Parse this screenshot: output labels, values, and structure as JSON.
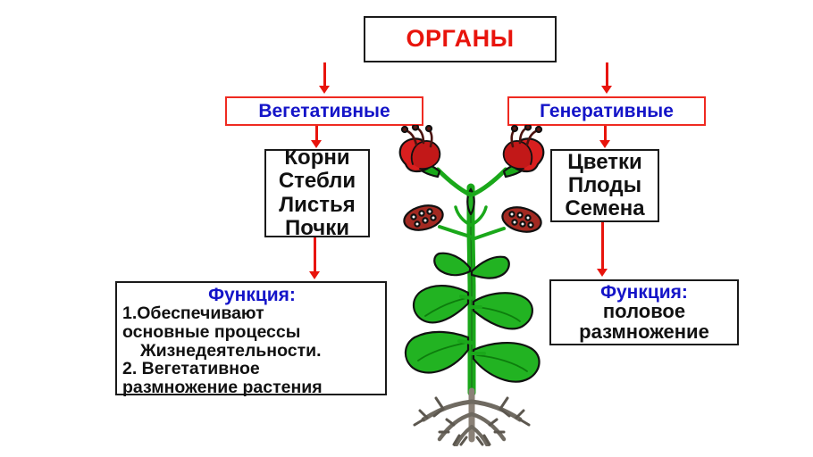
{
  "diagram": {
    "title_box": {
      "label": "ОРГАНЫ"
    },
    "categories": [
      {
        "name": "vegetative",
        "label": "Вегетативные"
      },
      {
        "name": "generative",
        "label": "Генеративные"
      }
    ],
    "organ_lists": [
      {
        "name": "vegetative-organs",
        "items": [
          "Корни",
          "Стебли",
          "Листья",
          "Почки"
        ]
      },
      {
        "name": "generative-organs",
        "items": [
          "Цветки",
          "Плоды",
          "Семена"
        ]
      }
    ],
    "functions": [
      {
        "name": "vegetative-function",
        "title": "Функция:",
        "lines": [
          "1.Обеспечивают",
          "основные процессы",
          "Жизнедеятельности.",
          "2. Вегетативное",
          "размножение растения"
        ],
        "indent_lines": [
          2
        ]
      },
      {
        "name": "generative-function",
        "title": "Функция:",
        "lines": [
          "половое",
          "размножение"
        ],
        "indent_lines": []
      }
    ],
    "illustration": {
      "name": "flowering-plant",
      "parts": [
        "flowers",
        "fruits",
        "stem",
        "leaves",
        "roots"
      ]
    },
    "colors": {
      "title_text": "#e8140c",
      "category_text": "#1414c8",
      "category_border": "#ef2a21",
      "arrow": "#e8140c",
      "box_border": "#1a1a1a",
      "body_text": "#111111",
      "leaf_green": "#22b322",
      "flower_red": "#d91f1f",
      "root_gray": "#8a8177"
    }
  }
}
